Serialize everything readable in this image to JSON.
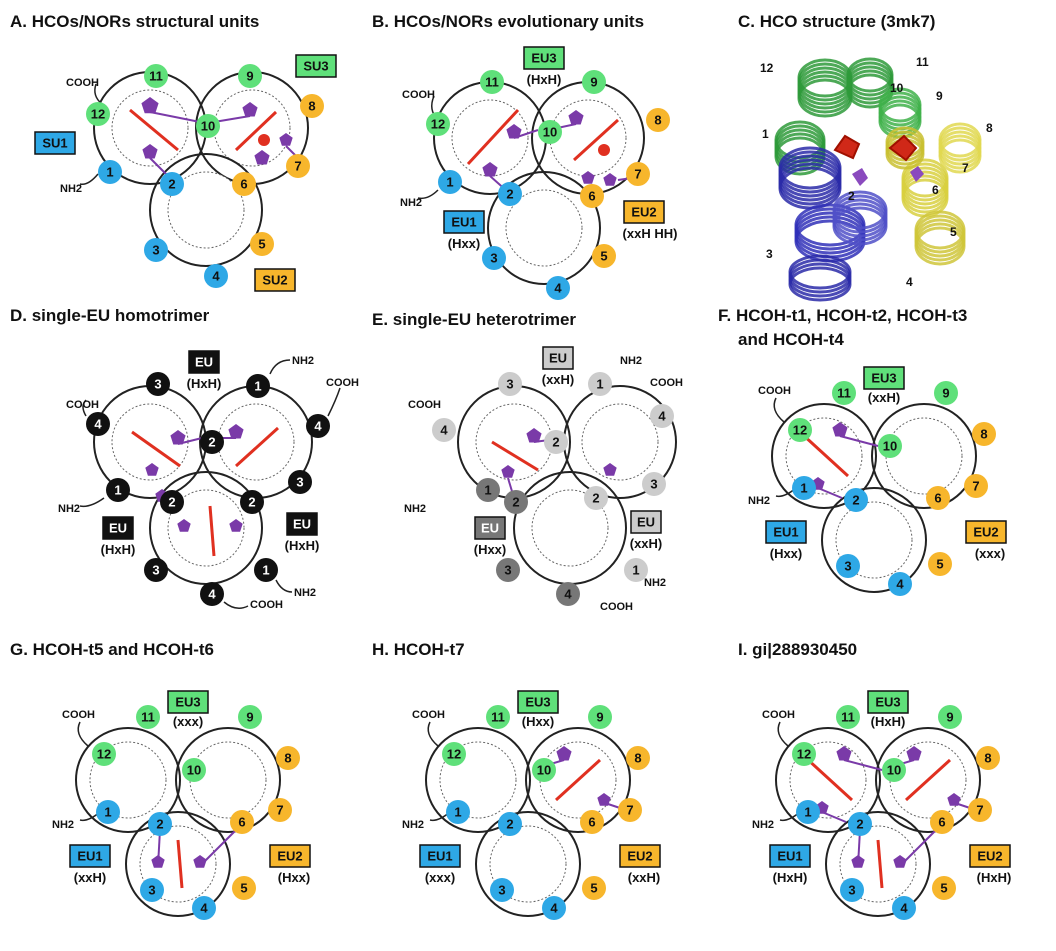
{
  "colors": {
    "blue": "#2ea8e6",
    "green": "#5fe07a",
    "orange": "#f7b62c",
    "black": "#111111",
    "gray_light": "#cccccc",
    "gray_dark": "#777777",
    "heme": "#e03020",
    "ligand": "#7a3aa8",
    "ring": "#222222"
  },
  "panels": [
    {
      "id": "A",
      "title": "A. HCOs/NORs structural units"
    },
    {
      "id": "B",
      "title": "B. HCOs/NORs evolutionary units"
    },
    {
      "id": "C",
      "title": "C. HCO structure (3mk7)"
    },
    {
      "id": "D",
      "title": "D. single-EU homotrimer"
    },
    {
      "id": "E",
      "title": "E. single-EU heterotrimer"
    },
    {
      "id": "F",
      "title": "F. HCOH-t1, HCOH-t2, HCOH-t3",
      "title2": "and HCOH-t4"
    },
    {
      "id": "G",
      "title": "G. HCOH-t5 and HCOH-t6"
    },
    {
      "id": "H",
      "title": "H. HCOH-t7"
    },
    {
      "id": "I",
      "title": "I. gi|288930450"
    }
  ],
  "terminals": {
    "cooh": "COOH",
    "nh2": "NH2"
  },
  "A": {
    "su1": "SU1",
    "su2": "SU2",
    "su3": "SU3",
    "helices": [
      "1",
      "2",
      "3",
      "4",
      "5",
      "6",
      "7",
      "8",
      "9",
      "10",
      "11",
      "12"
    ]
  },
  "B": {
    "eu1": "EU1",
    "eu1_sub": "(Hxx)",
    "eu2": "EU2",
    "eu2_sub": "(xxH  HH)",
    "eu3": "EU3",
    "eu3_sub": "(HxH)"
  },
  "C": {
    "helix_labels": [
      "1",
      "2",
      "3",
      "4",
      "5",
      "6",
      "7",
      "8",
      "9",
      "10",
      "11",
      "12"
    ]
  },
  "D": {
    "eu": "EU",
    "sub": "(HxH)",
    "nums": [
      "1",
      "2",
      "3",
      "4"
    ]
  },
  "E": {
    "eu": "EU",
    "sub_top": "(xxH)",
    "sub_left": "(Hxx)",
    "sub_right": "(xxH)",
    "nums": [
      "1",
      "2",
      "3",
      "4"
    ]
  },
  "F": {
    "eu1": "EU1",
    "eu1_sub": "(Hxx)",
    "eu2": "EU2",
    "eu2_sub": "(xxx)",
    "eu3": "EU3",
    "eu3_sub": "(xxH)"
  },
  "G": {
    "eu1": "EU1",
    "eu1_sub": "(xxH)",
    "eu2": "EU2",
    "eu2_sub": "(Hxx)",
    "eu3": "EU3",
    "eu3_sub": "(xxx)"
  },
  "H": {
    "eu1": "EU1",
    "eu1_sub": "(xxx)",
    "eu2": "EU2",
    "eu2_sub": "(xxH)",
    "eu3": "EU3",
    "eu3_sub": "(Hxx)"
  },
  "I": {
    "eu1": "EU1",
    "eu1_sub": "(HxH)",
    "eu2": "EU2",
    "eu2_sub": "(HxH)",
    "eu3": "EU3",
    "eu3_sub": "(HxH)"
  }
}
